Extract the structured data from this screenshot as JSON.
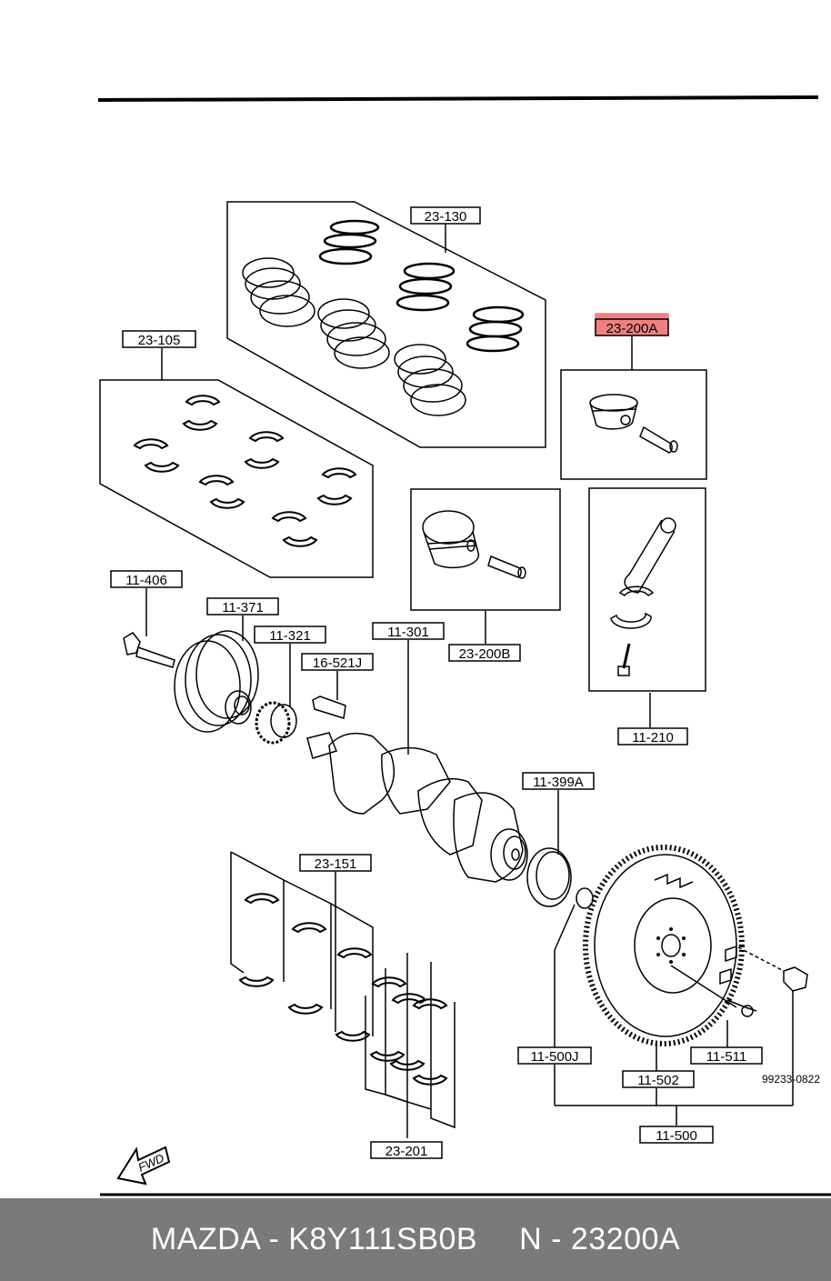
{
  "labels": {
    "l23_130": "23-130",
    "l23_105": "23-105",
    "l23_200A": "23-200A",
    "l11_406": "11-406",
    "l11_371": "11-371",
    "l11_321": "11-321",
    "l16_521J": "16-521J",
    "l11_301": "11-301",
    "l23_200B": "23-200B",
    "l11_210": "11-210",
    "l11_399A": "11-399A",
    "l23_151": "23-151",
    "l11_500J": "11-500J",
    "l11_502": "11-502",
    "l11_511": "11-511",
    "l99233": "99233-0822",
    "l11_500": "11-500",
    "l23_201": "23-201",
    "fwd": "FWD"
  },
  "highlight_color": "#f08080",
  "footer": {
    "brand": "MAZDA - K8Y111SB0B",
    "part": "N - 23200A"
  }
}
